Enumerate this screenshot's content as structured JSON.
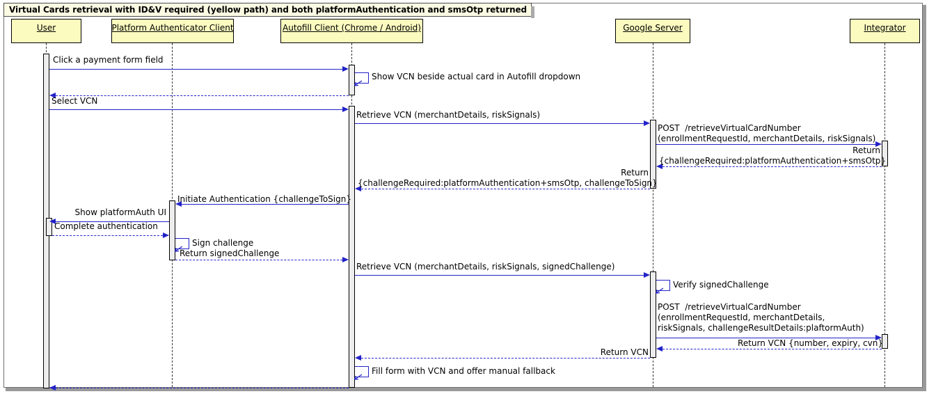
{
  "diagram": {
    "type": "uml-sequence-diagram",
    "title": "Virtual Cards retrieval with ID&V required (yellow path) and both platformAuthentication and smsOtp returned",
    "colors": {
      "participant_fill": "#FBFBC0",
      "title_fill": "#FBFBE4",
      "arrow": "#2222C8",
      "activation_fill": "#EDEDED",
      "frame_border": "#6F6F6F"
    },
    "participants": [
      {
        "id": "user",
        "label": "User"
      },
      {
        "id": "platform-authenticator-client",
        "label": "Platform Authenticator Client"
      },
      {
        "id": "autofill-client",
        "label": "Autofill Client (Chrome / Android)"
      },
      {
        "id": "google-server",
        "label": "Google Server"
      },
      {
        "id": "integrator",
        "label": "Integrator"
      }
    ],
    "messages": [
      {
        "index": 1,
        "from": "user",
        "to": "autofill-client",
        "style": "solid",
        "direction": "right",
        "label": "Click a payment form field"
      },
      {
        "index": 2,
        "from": "autofill-client",
        "to": "autofill-client",
        "style": "self",
        "direction": "self",
        "label": "Show VCN beside actual card in Autofill dropdown"
      },
      {
        "index": 3,
        "from": "autofill-client",
        "to": "user",
        "style": "dashed",
        "direction": "left",
        "label": ""
      },
      {
        "index": 4,
        "from": "user",
        "to": "autofill-client",
        "style": "solid",
        "direction": "right",
        "label": "Select VCN"
      },
      {
        "index": 5,
        "from": "autofill-client",
        "to": "google-server",
        "style": "solid",
        "direction": "right",
        "label": "Retrieve VCN (merchantDetails, riskSignals)"
      },
      {
        "index": 6,
        "from": "google-server",
        "to": "integrator",
        "style": "solid",
        "direction": "right",
        "label": "POST  /retrieveVirtualCardNumber\n(enrollmentRequestId, merchantDetails, riskSignals)"
      },
      {
        "index": 7,
        "from": "integrator",
        "to": "google-server",
        "style": "dashed",
        "direction": "left",
        "label": "Return\n{challengeRequired:platformAuthentication+smsOtp}"
      },
      {
        "index": 8,
        "from": "google-server",
        "to": "autofill-client",
        "style": "dashed",
        "direction": "left",
        "label": "Return\n{challengeRequired:platformAuthentication+smsOtp, challengeToSign}"
      },
      {
        "index": 9,
        "from": "autofill-client",
        "to": "platform-authenticator-client",
        "style": "solid",
        "direction": "left",
        "label": "Initiate Authentication {challengeToSign}"
      },
      {
        "index": 10,
        "from": "platform-authenticator-client",
        "to": "user",
        "style": "solid",
        "direction": "left",
        "label": "Show platformAuth UI"
      },
      {
        "index": 11,
        "from": "user",
        "to": "platform-authenticator-client",
        "style": "dashed",
        "direction": "right",
        "label": "Complete authentication"
      },
      {
        "index": 12,
        "from": "platform-authenticator-client",
        "to": "platform-authenticator-client",
        "style": "self",
        "direction": "self",
        "label": "Sign challenge"
      },
      {
        "index": 13,
        "from": "platform-authenticator-client",
        "to": "autofill-client",
        "style": "dashed",
        "direction": "right",
        "label": "Return signedChallenge"
      },
      {
        "index": 14,
        "from": "autofill-client",
        "to": "google-server",
        "style": "solid",
        "direction": "right",
        "label": "Retrieve VCN (merchantDetails, riskSignals, signedChallenge)"
      },
      {
        "index": 15,
        "from": "google-server",
        "to": "google-server",
        "style": "self",
        "direction": "self",
        "label": "Verify signedChallenge"
      },
      {
        "index": 16,
        "from": "google-server",
        "to": "integrator",
        "style": "solid",
        "direction": "right",
        "label": "POST  /retrieveVirtualCardNumber\n(enrollmentRequestId, merchantDetails,\nriskSignals, challengeResultDetails:plaftormAuth)"
      },
      {
        "index": 17,
        "from": "integrator",
        "to": "google-server",
        "style": "dashed",
        "direction": "left",
        "label": "Return VCN {number, expiry, cvn}"
      },
      {
        "index": 18,
        "from": "google-server",
        "to": "autofill-client",
        "style": "dashed",
        "direction": "left",
        "label": "Return VCN"
      },
      {
        "index": 19,
        "from": "autofill-client",
        "to": "autofill-client",
        "style": "self",
        "direction": "self",
        "label": "Fill form with VCN and offer manual fallback"
      },
      {
        "index": 20,
        "from": "autofill-client",
        "to": "user",
        "style": "dashed",
        "direction": "left",
        "label": ""
      }
    ]
  }
}
